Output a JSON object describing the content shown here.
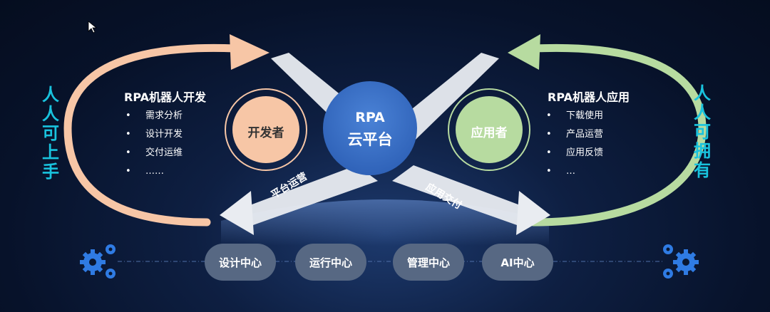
{
  "left_slogan": [
    "人",
    "人",
    "可",
    "上",
    "手"
  ],
  "right_slogan": [
    "人",
    "人",
    "可",
    "拥",
    "有"
  ],
  "left_panel": {
    "title": "RPA机器人开发",
    "items": [
      "需求分析",
      "设计开发",
      "交付运维",
      "……"
    ]
  },
  "right_panel": {
    "title": "RPA机器人应用",
    "items": [
      "下载使用",
      "产品运营",
      "应用反馈",
      "…"
    ]
  },
  "developer_label": "开发者",
  "user_label": "应用者",
  "center": {
    "line1": "RPA",
    "line2": "云平台"
  },
  "arrow_left_label": "平台运营",
  "arrow_right_label": "应用交付",
  "centers": [
    "设计中心",
    "运行中心",
    "管理中心",
    "AI中心"
  ],
  "colors": {
    "peach": "#f7c6a6",
    "green": "#b7dba0",
    "blue": "#3e74c9",
    "cyan": "#19c3de",
    "pill": "#576883"
  },
  "icons": {
    "left": "gears-icon",
    "right": "gears-icon"
  }
}
